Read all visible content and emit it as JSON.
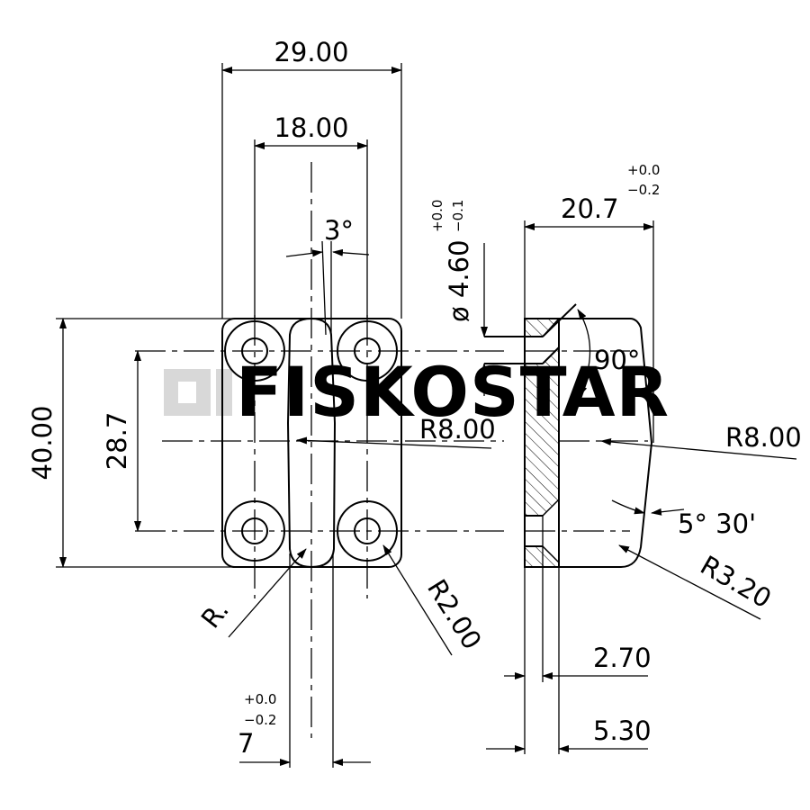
{
  "watermark": "FISKOSTAR",
  "front_view": {
    "width": "29.00",
    "hole_spacing": "18.00",
    "angle": "3°",
    "height": "40.00",
    "hole_vertical_spacing": "28.7",
    "radius_center": "R8.00",
    "radius_hole": "R2.00",
    "radius_slot": "R.",
    "slot_width": "7",
    "slot_tol_upper": "+0.0",
    "slot_tol_lower": "−0.2"
  },
  "side_view": {
    "thickness": "20.7",
    "thickness_tol_upper": "+0.0",
    "thickness_tol_lower": "−0.2",
    "hole_diameter": "ø 4.60",
    "hole_tol_upper": "+0.0",
    "hole_tol_lower": "−0.1",
    "countersink_angle": "90°",
    "radius_face": "R8.00",
    "draft_angle": "5° 30'",
    "radius_corner": "R3.20",
    "depth_small": "2.70",
    "depth_large": "5.30"
  }
}
